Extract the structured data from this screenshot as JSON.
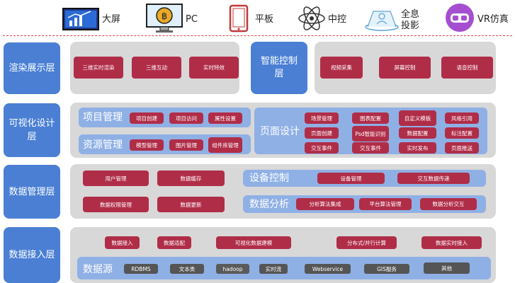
{
  "devices": {
    "bigscreen": "大屏",
    "pc": "PC",
    "tablet": "平板",
    "center": "中控",
    "holo": "全息\n投影",
    "vr": "VR仿真"
  },
  "layers": {
    "render": "渲染展示层",
    "vis": "可视化设计层",
    "data": "数据管理层",
    "access": "数据接入层"
  },
  "render": {
    "chips": [
      "三维实时渲染",
      "三维互动",
      "实时特效"
    ],
    "smart_title": "智能控制层",
    "smart_chips": [
      "视频采集",
      "屏幕控制",
      "语音控制"
    ]
  },
  "vis": {
    "project_title": "项目管理",
    "project_chips": [
      "项目创建",
      "项目访问",
      "属性设置"
    ],
    "resource_title": "资源管理",
    "resource_chips": [
      "模型管理",
      "图片管理",
      "组件库管理"
    ],
    "page_title": "页面设计",
    "page_chips": [
      "场景管理",
      "图表配置",
      "自定义模板",
      "风格引用",
      "页面创建",
      "Psd智能识别",
      "数据配置",
      "标注配置",
      "交互事件",
      "交互事件",
      "实时发布",
      "页面推送"
    ]
  },
  "data": {
    "left_chips": [
      "用户管理",
      "数据缓存",
      "数据权限管理",
      "数据更新"
    ],
    "device_title": "设备控制",
    "device_chips": [
      "设备管理",
      "交互数据传递"
    ],
    "analysis_title": "数据分析",
    "analysis_chips": [
      "分析算法集成",
      "平台算法管理",
      "数据分析交互"
    ]
  },
  "access": {
    "top_chips": [
      "数据接入",
      "数据适配",
      "可视化数据建模",
      "分布式/并行计算",
      "数据实时接入"
    ],
    "source_title": "数据源",
    "sources": [
      "RDBMS",
      "文本类",
      "hadoop",
      "实时流",
      "Webservice",
      "GIS服务",
      "其他"
    ]
  }
}
